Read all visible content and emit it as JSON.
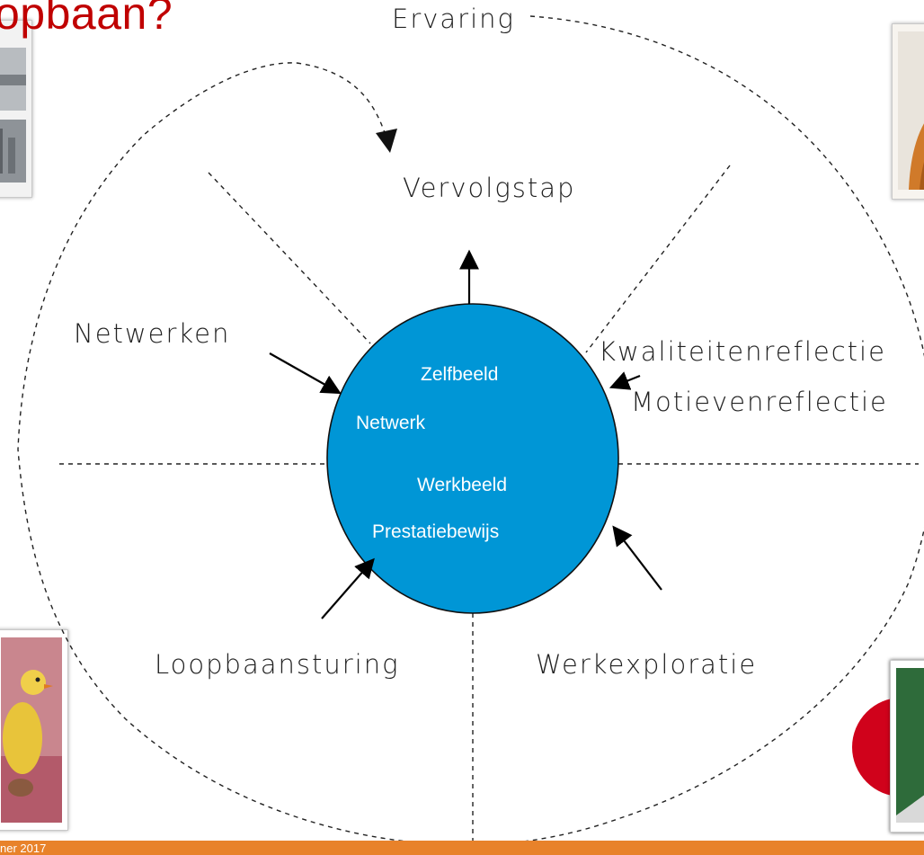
{
  "slide": {
    "title": "opbaan?",
    "footer_text": "ner 2017"
  },
  "diagram": {
    "outer_label": "Ervaring",
    "next_step": "Vervolgstap",
    "sectors": {
      "networking": "Netwerken",
      "quality_reflection": "Kwaliteitenreflectie",
      "motive_reflection": "Motievenreflectie",
      "career_steering": "Loopbaansturing",
      "work_exploration": "Werkexploratie"
    },
    "center": {
      "items": [
        "Zelfbeeld",
        "Netwerk",
        "Werkbeeld",
        "Prestatiebewijs"
      ],
      "fill": "#0096d6"
    }
  },
  "colors": {
    "title": "#c00000",
    "footer_bar": "#e8822a",
    "circle_fill": "#0096d6",
    "red_circle": "#d0021b",
    "green_panel": "#2e6b3a"
  },
  "images": {
    "top_left": "city-skyline-photo",
    "top_right": "orange-animal-photo",
    "bottom_left": "duckling-photo",
    "bottom_right": "green-panel-photo"
  }
}
